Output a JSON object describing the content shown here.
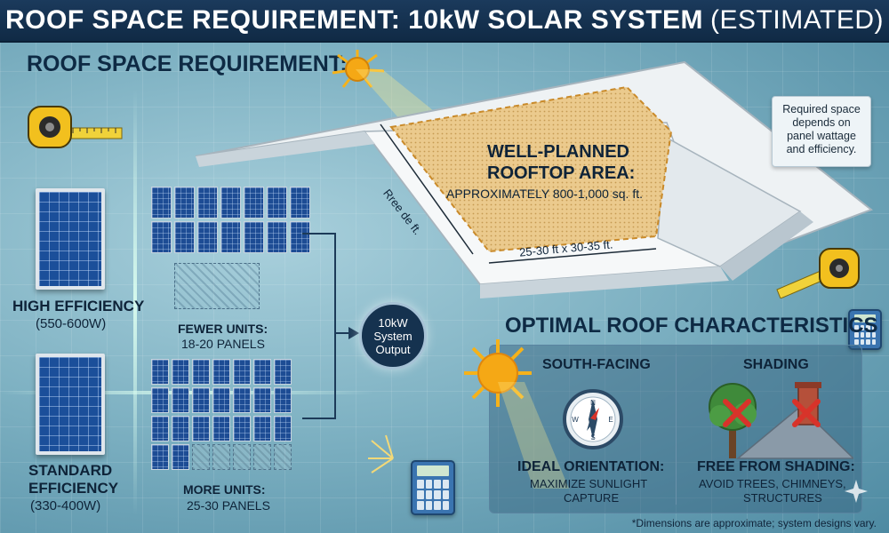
{
  "header": {
    "title_main": "ROOF SPACE REQUIREMENT: 10kW SOLAR SYSTEM",
    "title_suffix": "(ESTIMATED)"
  },
  "section_title": "ROOF SPACE REQUIREMENT:",
  "panel_types": [
    {
      "name": "HIGH EFFICIENCY",
      "wattage": "(550-600W)"
    },
    {
      "name_line1": "STANDARD",
      "name_line2": "EFFICIENCY",
      "wattage": "(330-400W)"
    }
  ],
  "unit_counts": [
    {
      "label": "FEWER UNITS:",
      "count": "18-20 PANELS"
    },
    {
      "label": "MORE UNITS:",
      "count": "25-30 PANELS"
    }
  ],
  "output": {
    "line1": "10kW",
    "line2": "System",
    "line3": "Output"
  },
  "roof": {
    "area_title_1": "WELL-PLANNED",
    "area_title_2": "ROOFTOP AREA:",
    "area_value": "APPROXIMATELY 800-1,000 sq. ft.",
    "side_dimension": "Rree de ft.",
    "bottom_dimension": "25-30 ft x 30-35 ft."
  },
  "note": {
    "line1": "Required space",
    "line2": "depends on",
    "line3": "panel wattage",
    "line4": "and efficiency."
  },
  "optimal": {
    "title": "OPTIMAL ROOF CHARACTERISTICS",
    "south": {
      "heading": "SOUTH-FACING",
      "sub_heading": "IDEAL ORIENTATION:",
      "desc1": "MAXIMIZE SUNLIGHT",
      "desc2": "CAPTURE"
    },
    "shading": {
      "heading": "SHADING",
      "sub_heading": "FREE FROM SHADING:",
      "desc1": "AVOID TREES, CHIMNEYS,",
      "desc2": "STRUCTURES"
    }
  },
  "footnote": "*Dimensions are approximate; system designs vary.",
  "icons": [
    "sun-icon",
    "tape-measure-icon",
    "calculator-icon",
    "compass-icon",
    "tree-icon",
    "chimney-icon",
    "x-mark-icon"
  ],
  "colors": {
    "title_bar": "#102a45",
    "panel_blue": "#1d4c94",
    "roof_area": "#e9c98e",
    "sun": "#f5b21a",
    "x_mark": "#d8332a"
  }
}
